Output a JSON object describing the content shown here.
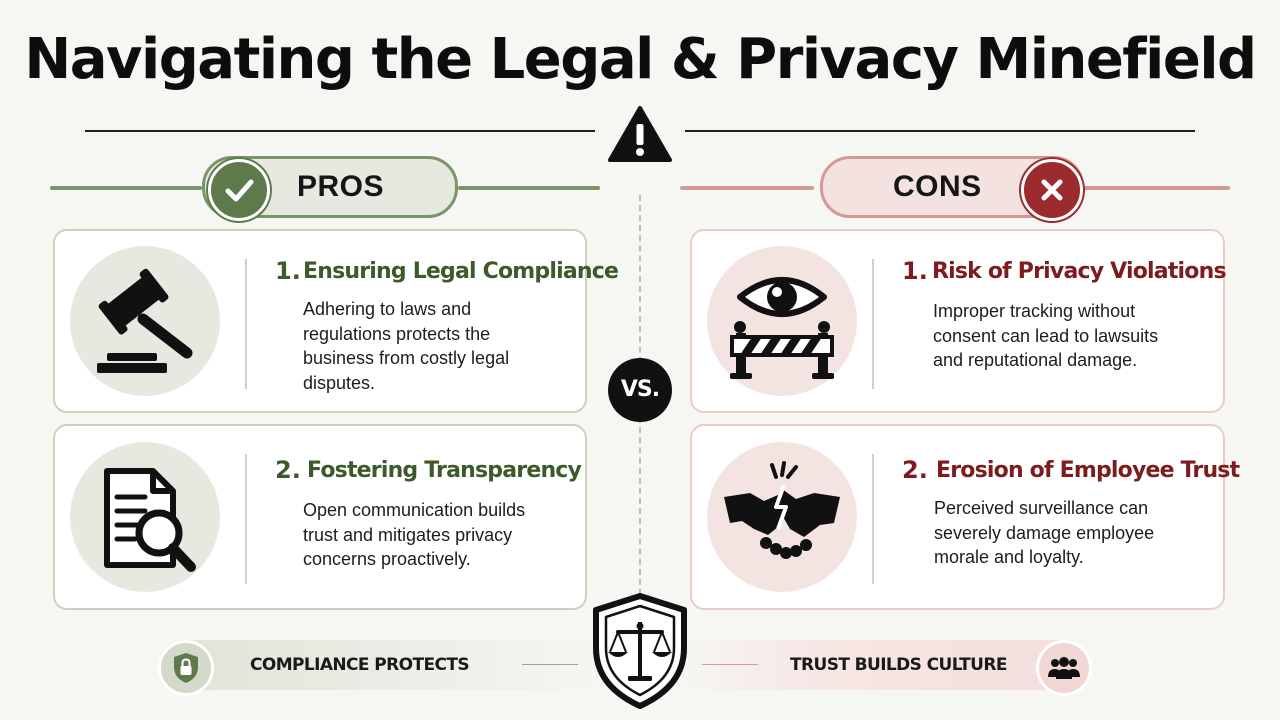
{
  "title": "Navigating the Legal & Privacy Minefield",
  "icons": {
    "header": "warning-icon",
    "pros_badge": "check-icon",
    "cons_badge": "x-icon",
    "center_footer": "scales-shield-icon",
    "footer_left": "lock-shield-icon",
    "footer_right": "people-icon"
  },
  "pros": {
    "label": "PROS",
    "items": [
      {
        "number": "1.",
        "title": "Ensuring Legal Compliance",
        "body": "Adhering to laws and regulations protects the business from costly legal disputes.",
        "icon": "gavel-icon"
      },
      {
        "number": "2.",
        "title": "Fostering Transparency",
        "body": "Open communication builds trust and mitigates privacy concerns proactively.",
        "icon": "document-search-icon"
      }
    ]
  },
  "cons": {
    "label": "CONS",
    "items": [
      {
        "number": "1.",
        "title": "Risk of Privacy Violations",
        "body": "Improper tracking without consent can lead to lawsuits and reputational damage.",
        "icon": "eye-barrier-icon"
      },
      {
        "number": "2.",
        "title": "Erosion of Employee Trust",
        "body": "Perceived surveillance can severely damage employee morale and loyalty.",
        "icon": "broken-handshake-icon"
      }
    ]
  },
  "vs_label": "VS.",
  "footer": {
    "left": "COMPLIANCE PROTECTS",
    "right": "TRUST BUILDS CULTURE"
  },
  "colors": {
    "pros_accent": "#5e7a4d",
    "pros_text": "#3e5a2a",
    "cons_accent": "#9b2b2d",
    "cons_text": "#7c1c1e",
    "background": "#f6f6f3"
  }
}
